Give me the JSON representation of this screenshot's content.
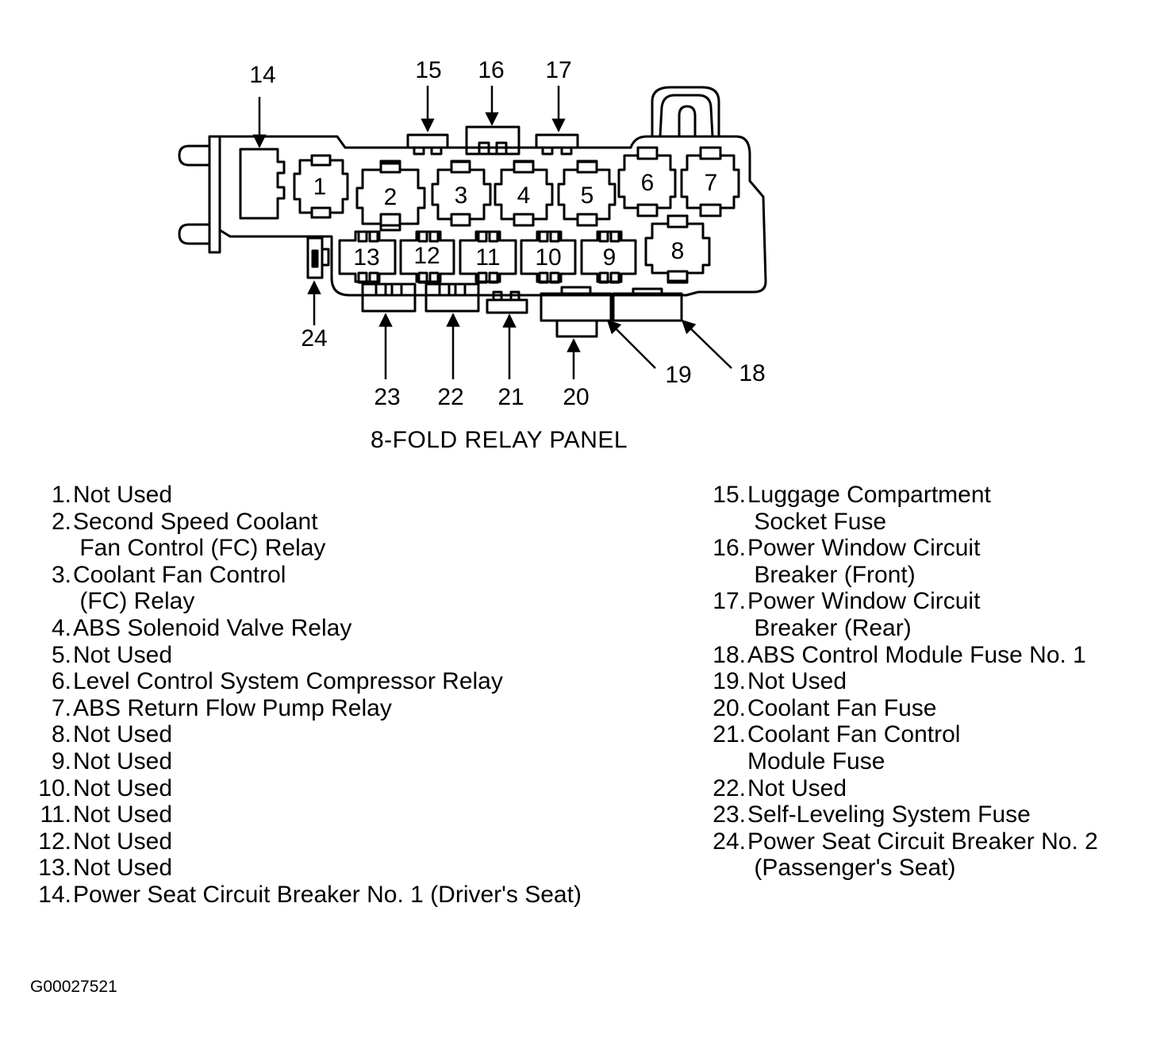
{
  "title": "8-FOLD RELAY PANEL",
  "figure_id": "G00027521",
  "relay_numbers": [
    "1",
    "2",
    "3",
    "4",
    "5",
    "6",
    "7",
    "8",
    "9",
    "10",
    "11",
    "12",
    "13"
  ],
  "callouts": [
    "14",
    "15",
    "16",
    "17",
    "18",
    "19",
    "20",
    "21",
    "22",
    "23",
    "24"
  ],
  "legend_left": [
    {
      "num": "1.",
      "lines": [
        "Not Used"
      ]
    },
    {
      "num": "2.",
      "lines": [
        "Second Speed Coolant",
        " Fan Control (FC) Relay"
      ]
    },
    {
      "num": "3.",
      "lines": [
        "Coolant Fan Control",
        " (FC) Relay"
      ]
    },
    {
      "num": "4.",
      "lines": [
        "ABS Solenoid Valve Relay"
      ]
    },
    {
      "num": "5.",
      "lines": [
        "Not Used"
      ]
    },
    {
      "num": "6.",
      "lines": [
        "Level Control System Compressor Relay"
      ]
    },
    {
      "num": "7.",
      "lines": [
        "ABS Return Flow Pump Relay"
      ]
    },
    {
      "num": "8.",
      "lines": [
        "Not Used"
      ]
    },
    {
      "num": "9.",
      "lines": [
        "Not Used"
      ]
    },
    {
      "num": "10.",
      "lines": [
        "Not Used"
      ]
    },
    {
      "num": "11.",
      "lines": [
        "Not Used"
      ]
    },
    {
      "num": "12.",
      "lines": [
        "Not Used"
      ]
    },
    {
      "num": "13.",
      "lines": [
        "Not Used"
      ]
    },
    {
      "num": "14.",
      "lines": [
        "Power Seat Circuit Breaker No. 1 (Driver's Seat)"
      ]
    }
  ],
  "legend_right": [
    {
      "num": "15.",
      "lines": [
        "Luggage Compartment",
        " Socket Fuse"
      ]
    },
    {
      "num": "16.",
      "lines": [
        "Power Window Circuit",
        " Breaker (Front)"
      ]
    },
    {
      "num": "17.",
      "lines": [
        "Power Window Circuit",
        " Breaker (Rear)"
      ]
    },
    {
      "num": "18.",
      "lines": [
        "ABS Control Module Fuse No. 1"
      ]
    },
    {
      "num": "19.",
      "lines": [
        "Not Used"
      ]
    },
    {
      "num": "20.",
      "lines": [
        "Coolant Fan Fuse"
      ]
    },
    {
      "num": "21.",
      "lines": [
        "Coolant Fan Control",
        "Module Fuse"
      ]
    },
    {
      "num": "22.",
      "lines": [
        "Not Used"
      ]
    },
    {
      "num": "23.",
      "lines": [
        "Self-Leveling System Fuse"
      ]
    },
    {
      "num": "24.",
      "lines": [
        "Power Seat Circuit Breaker No. 2",
        " (Passenger's Seat)"
      ]
    }
  ]
}
